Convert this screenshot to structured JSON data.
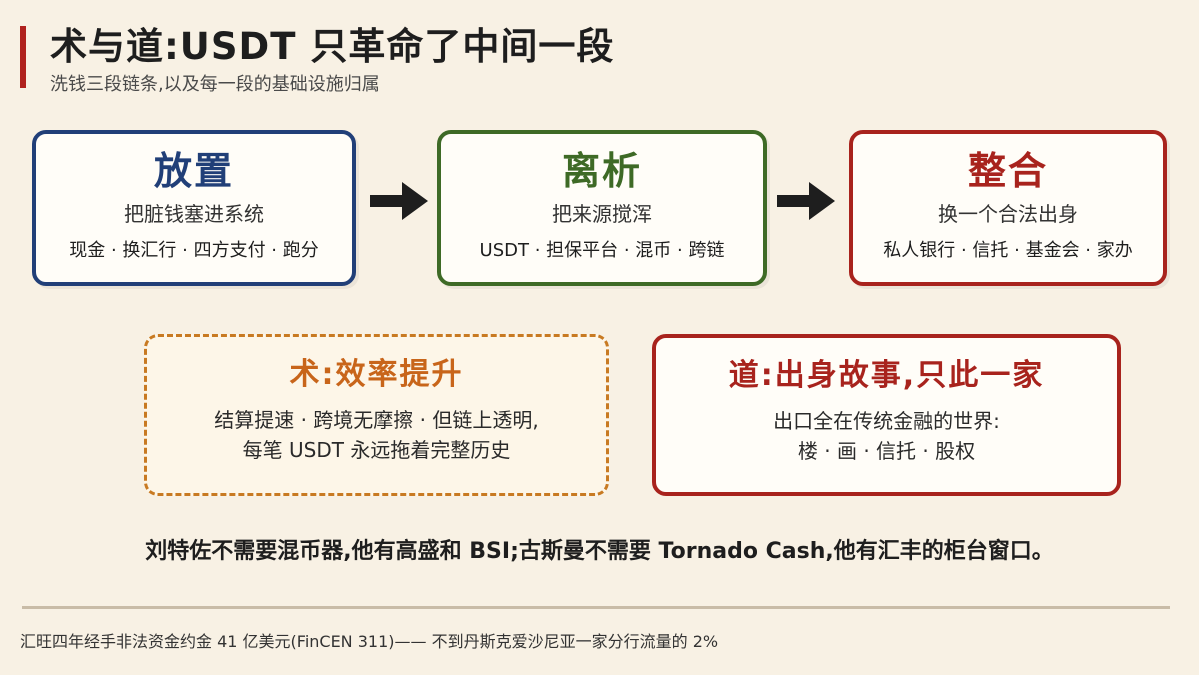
{
  "title": "术与道:USDT 只革命了中间一段",
  "subtitle": "洗钱三段链条,以及每一段的基础设施归属",
  "stages": [
    {
      "head": "放置",
      "desc": "把脏钱塞进系统",
      "tags": "现金 · 换汇行 · 四方支付 · 跑分"
    },
    {
      "head": "离析",
      "desc": "把来源搅浑",
      "tags": "USDT · 担保平台 · 混币 · 跨链"
    },
    {
      "head": "整合",
      "desc": "换一个合法出身",
      "tags": "私人银行 · 信托 · 基金会 · 家办"
    }
  ],
  "panels": {
    "technique": {
      "head": "术:效率提升",
      "line1": "结算提速 · 跨境无摩擦 · 但链上透明,",
      "line2": "每笔 USDT 永远拖着完整历史"
    },
    "dao": {
      "head": "道:出身故事,只此一家",
      "line1": "出口全在传统金融的世界:",
      "line2": "楼 · 画 · 信托 · 股权"
    }
  },
  "quote": "刘特佐不需要混币器,他有高盛和 BSI;古斯曼不需要 Tornado Cash,他有汇丰的柜台窗口。",
  "footnote": "汇旺四年经手非法资金约金 41 亿美元(FinCEN 311)—— 不到丹斯克爱沙尼亚一家分行流量的 2%",
  "colors": {
    "placement": "#213f78",
    "layering": "#3e6a26",
    "integration": "#a8231d",
    "technique": "#c8651a",
    "accent": "#b0221e"
  },
  "icons": [
    "arrow-right-icon",
    "arrow-right-icon"
  ]
}
